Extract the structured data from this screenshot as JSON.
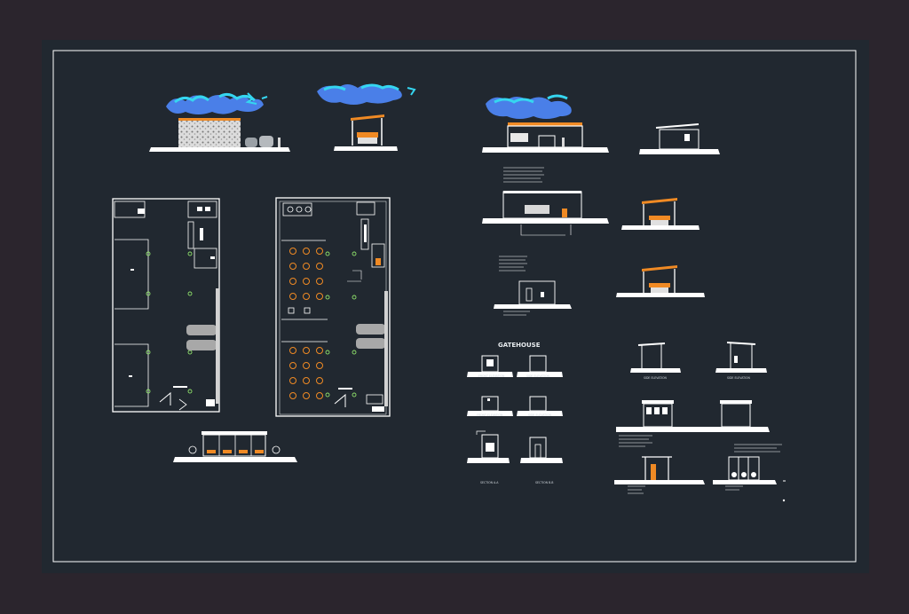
{
  "sheet": {
    "background": "#212830",
    "frame_color": "#ffffff",
    "accent_orange": "#f08a24",
    "tree_cyan": "#35d6f0",
    "tree_blue": "#4a7fe8"
  },
  "section_titles": {
    "gatehouse": "GATEHOUSE"
  },
  "gatehouse_labels": {
    "front_elevation": "FRONT ELEVATION",
    "side_elevation": "SIDE ELEVATION",
    "front_elevation_2": "FRONT ELEVATION",
    "side_elevation_2": "SIDE ELEVATION",
    "section_a": "SECTION A-A",
    "section_b": "SECTION B-B"
  },
  "canopy_labels": {
    "side_elevation_a": "SIDE ELEVATION",
    "side_elevation_b": "SIDE ELEVATION"
  }
}
